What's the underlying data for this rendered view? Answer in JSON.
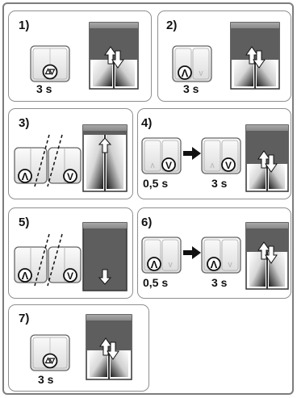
{
  "steps": [
    {
      "number": "1)",
      "caption": "3 s"
    },
    {
      "number": "2)",
      "caption": "3 s"
    },
    {
      "number": "3)"
    },
    {
      "number": "4)",
      "caption_first": "0,5 s",
      "caption_second": "3 s"
    },
    {
      "number": "5)"
    },
    {
      "number": "6)",
      "caption_first": "0,5 s",
      "caption_second": "3 s"
    },
    {
      "number": "7)",
      "caption": "3 s"
    }
  ],
  "symbols": {
    "up": "Λ",
    "down": "V"
  },
  "colors": {
    "shade": "#5e5e5e",
    "panel_border": "#8f8f8f",
    "outer_border": "#7d7d7d"
  }
}
